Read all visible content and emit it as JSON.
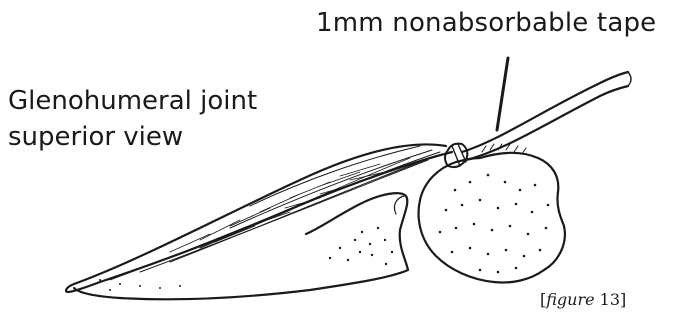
{
  "labels": {
    "tape": "1mm nonabsorbable tape",
    "title_line1": "Glenohumeral joint",
    "title_line2": "superior view"
  },
  "caption": {
    "open": "[",
    "italic": "figure",
    "rest": " 13]"
  },
  "colors": {
    "ink": "#1a1a1a",
    "background": "#ffffff"
  }
}
